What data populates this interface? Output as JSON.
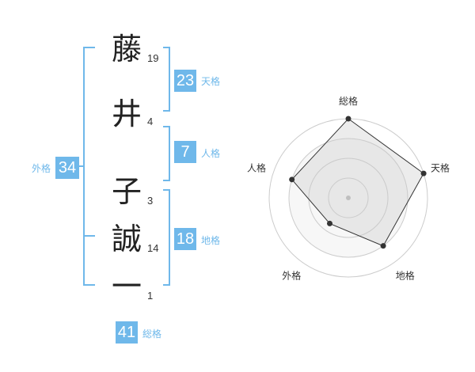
{
  "name": {
    "chars": [
      {
        "char": "藤",
        "strokes": "19"
      },
      {
        "char": "井",
        "strokes": "4"
      },
      {
        "char": "子",
        "strokes": "3"
      },
      {
        "char": "誠",
        "strokes": "14"
      },
      {
        "char": "一",
        "strokes": "1"
      }
    ]
  },
  "fortune": {
    "tenkaku": {
      "value": "23",
      "label": "天格"
    },
    "jinkaku": {
      "value": "7",
      "label": "人格"
    },
    "chikaku": {
      "value": "18",
      "label": "地格"
    },
    "gaikaku": {
      "value": "34",
      "label": "外格"
    },
    "soukaku": {
      "value": "41",
      "label": "総格"
    }
  },
  "colors": {
    "accent": "#6fb8ea",
    "text": "#222222"
  },
  "chart_data": {
    "type": "radar",
    "categories": [
      "総格",
      "天格",
      "地格",
      "外格",
      "人格"
    ],
    "values": [
      4,
      4,
      3,
      1.6,
      3
    ],
    "ylim": [
      0,
      4
    ]
  }
}
